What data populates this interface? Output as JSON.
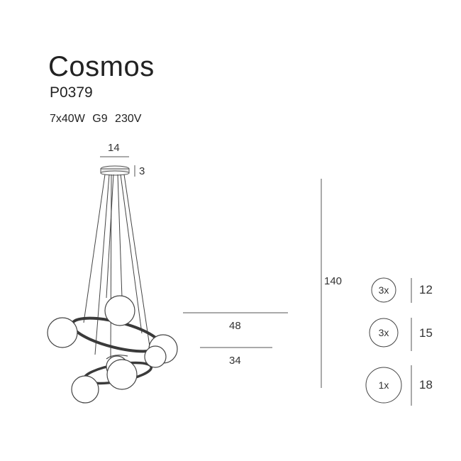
{
  "product": {
    "name": "Cosmos",
    "code": "P0379",
    "specs": [
      "7x40W",
      "G9",
      "230V"
    ]
  },
  "dimensions": {
    "canopy_diameter": "14",
    "canopy_height": "3",
    "total_height": "140",
    "ring_large": "48",
    "ring_small": "34"
  },
  "bulbs": [
    {
      "qty": "3x",
      "size": "12"
    },
    {
      "qty": "3x",
      "size": "15"
    },
    {
      "qty": "1x",
      "size": "18"
    }
  ]
}
